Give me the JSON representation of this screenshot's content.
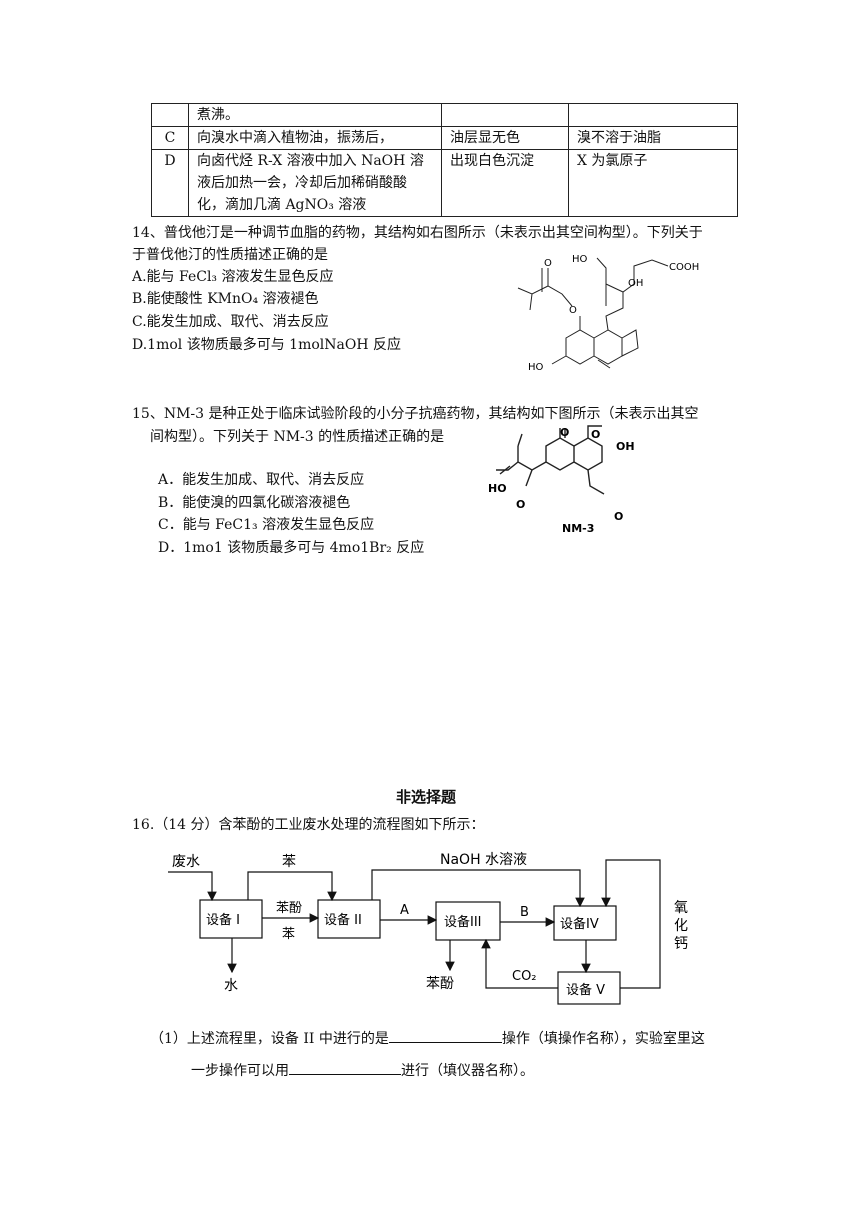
{
  "table": {
    "rows": [
      {
        "label": "",
        "operation": "煮沸。",
        "phenomenon": "",
        "conclusion": ""
      },
      {
        "label": "C",
        "operation": "向溴水中滴入植物油，振荡后，",
        "phenomenon": "油层显无色",
        "conclusion": "溴不溶于油脂"
      },
      {
        "label": "D",
        "operation_lines": [
          "向卤代烃 R-X 溶液中加入 NaOH 溶",
          "液后加热一会，冷却后加稀硝酸酸",
          "化，滴加几滴 AgNO₃ 溶液"
        ],
        "phenomenon": "出现白色沉淀",
        "conclusion": "X 为氯原子"
      }
    ]
  },
  "q14": {
    "stem_line1": "14、普伐他汀是一种调节血脂的药物，其结构如右图所示（未表示出其空间构型）。下列关于",
    "stem_line2": "于普伐他汀的性质描述正确的是",
    "options": [
      "A.能与 FeCl₃ 溶液发生显色反应",
      "B.能使酸性 KMnO₄ 溶液褪色",
      "C.能发生加成、取代、消去反应",
      "D.1mol 该物质最多可与 1molNaOH 反应"
    ],
    "structure_labels": {
      "ho_top": "HO",
      "cooh": "COOH",
      "oh": "OH",
      "o": "O",
      "ho_bottom": "HO"
    }
  },
  "q15": {
    "stem_line1": "15、NM-3 是种正处于临床试验阶段的小分子抗癌药物，其结构如下图所示（未表示出其空",
    "stem_line2": "间构型）。下列关于 NM-3 的性质描述正确的是",
    "options": [
      "A．能发生加成、取代、消去反应",
      "B．能使溴的四氯化碳溶液褪色",
      "C．能与 FeC1₃ 溶液发生显色反应",
      "D．1mo1 该物质最多可与 4mo1Br₂ 反应"
    ],
    "structure_labels": {
      "o_ring": "O",
      "o_keto": "O",
      "oh": "OH",
      "ho": "HO",
      "o_acid": "O",
      "o_ether": "O",
      "name": "NM-3"
    }
  },
  "section": {
    "title": "非选择题"
  },
  "q16": {
    "stem": "16.（14 分）含苯酚的工业废水处理的流程图如下所示：",
    "flow": {
      "wastewater": "废水",
      "benzene_in": "苯",
      "naoh": "NaOH  水溶液",
      "eq1": "设备 I",
      "eq2": "设备 II",
      "eq3": "设备III",
      "eq4": "设备IV",
      "eq5": "设备 V",
      "mid_label_1": "苯酚",
      "mid_label_2": "苯",
      "a": "A",
      "b": "B",
      "co2": "CO₂",
      "water": "水",
      "phenol": "苯酚",
      "cao": [
        "氧",
        "化",
        "钙"
      ]
    },
    "sub1_part1": "（1）上述流程里，设备 II 中进行的是",
    "sub1_part2": "操作（填操作名称），实验室里这",
    "sub1_line2_part1": "一步操作可以用",
    "sub1_line2_part2": "进行（填仪器名称）。"
  }
}
